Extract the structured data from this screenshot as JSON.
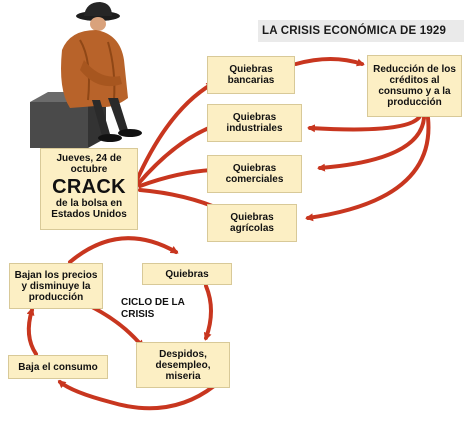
{
  "title": "LA CRISIS ECONÓMICA DE 1929",
  "crack": {
    "date": "Jueves, 24 de octubre",
    "word": "CRACK",
    "subtitle": "de la bolsa en Estados Unidos"
  },
  "boxes": {
    "bancarias": "Quiebras bancarias",
    "industriales": "Quiebras industriales",
    "comerciales": "Quiebras comerciales",
    "agricolas": "Quiebras agrícolas",
    "reduccion": "Reducción de los créditos al consumo y a la producción"
  },
  "cycle": {
    "label": "CICLO DE LA CRISIS",
    "quiebras": "Quiebras",
    "despidos": "Despidos, desempleo, miseria",
    "baja": "Baja el consumo",
    "bajan_precios": "Bajan los precios y disminuye la producción"
  },
  "colors": {
    "arrow": "#c8361f",
    "box_fill": "#fcefc4",
    "title_band": "#eaeaea"
  }
}
